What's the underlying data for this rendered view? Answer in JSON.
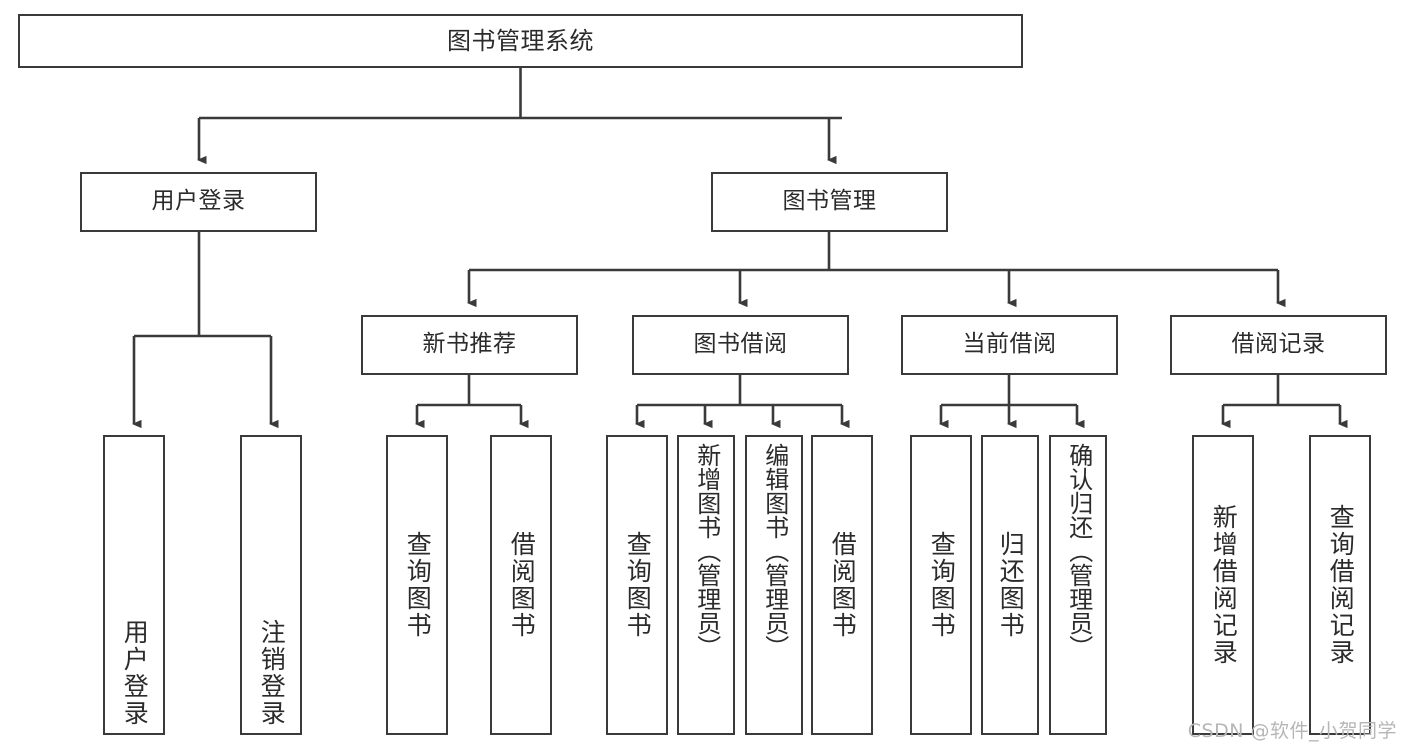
{
  "diagram": {
    "title": "图书管理系统",
    "type": "tree-hierarchy-chart",
    "watermark": "CSDN @软件_小贺同学",
    "colors": {
      "stroke": "#3a3a3a",
      "fill": "#ffffff",
      "text": "#2b2b2b",
      "watermark": "#b6b6b6"
    },
    "nodes": {
      "root": {
        "label": "图书管理系统"
      },
      "user_login": {
        "label": "用户登录"
      },
      "book_manage": {
        "label": "图书管理"
      },
      "new_book_rec": {
        "label": "新书推荐"
      },
      "book_borrow": {
        "label": "图书借阅"
      },
      "current_borrow": {
        "label": "当前借阅"
      },
      "borrow_record": {
        "label": "借阅记录"
      },
      "leaf_user_login": {
        "label": "用户登录"
      },
      "leaf_logout": {
        "label": "注销登录"
      },
      "leaf_query_book_1": {
        "label": "查询图书"
      },
      "leaf_borrow_book_1": {
        "label": "借阅图书"
      },
      "leaf_query_book_2": {
        "label": "查询图书"
      },
      "leaf_add_book": {
        "label": "新增图书（管理员）"
      },
      "leaf_edit_book": {
        "label": "编辑图书（管理员）"
      },
      "leaf_borrow_book_2": {
        "label": "借阅图书"
      },
      "leaf_query_book_3": {
        "label": "查询图书"
      },
      "leaf_return_book": {
        "label": "归还图书"
      },
      "leaf_confirm_return": {
        "label": "确认归还（管理员）"
      },
      "leaf_add_record": {
        "label": "新增借阅记录"
      },
      "leaf_query_record": {
        "label": "查询借阅记录"
      }
    },
    "edges": [
      {
        "from": "root",
        "to": "user_login"
      },
      {
        "from": "root",
        "to": "book_manage"
      },
      {
        "from": "user_login",
        "to": "leaf_user_login"
      },
      {
        "from": "user_login",
        "to": "leaf_logout"
      },
      {
        "from": "book_manage",
        "to": "new_book_rec"
      },
      {
        "from": "book_manage",
        "to": "book_borrow"
      },
      {
        "from": "book_manage",
        "to": "current_borrow"
      },
      {
        "from": "book_manage",
        "to": "borrow_record"
      },
      {
        "from": "new_book_rec",
        "to": "leaf_query_book_1"
      },
      {
        "from": "new_book_rec",
        "to": "leaf_borrow_book_1"
      },
      {
        "from": "book_borrow",
        "to": "leaf_query_book_2"
      },
      {
        "from": "book_borrow",
        "to": "leaf_add_book"
      },
      {
        "from": "book_borrow",
        "to": "leaf_edit_book"
      },
      {
        "from": "book_borrow",
        "to": "leaf_borrow_book_2"
      },
      {
        "from": "current_borrow",
        "to": "leaf_query_book_3"
      },
      {
        "from": "current_borrow",
        "to": "leaf_return_book"
      },
      {
        "from": "current_borrow",
        "to": "leaf_confirm_return"
      },
      {
        "from": "borrow_record",
        "to": "leaf_add_record"
      },
      {
        "from": "borrow_record",
        "to": "leaf_query_record"
      }
    ]
  }
}
